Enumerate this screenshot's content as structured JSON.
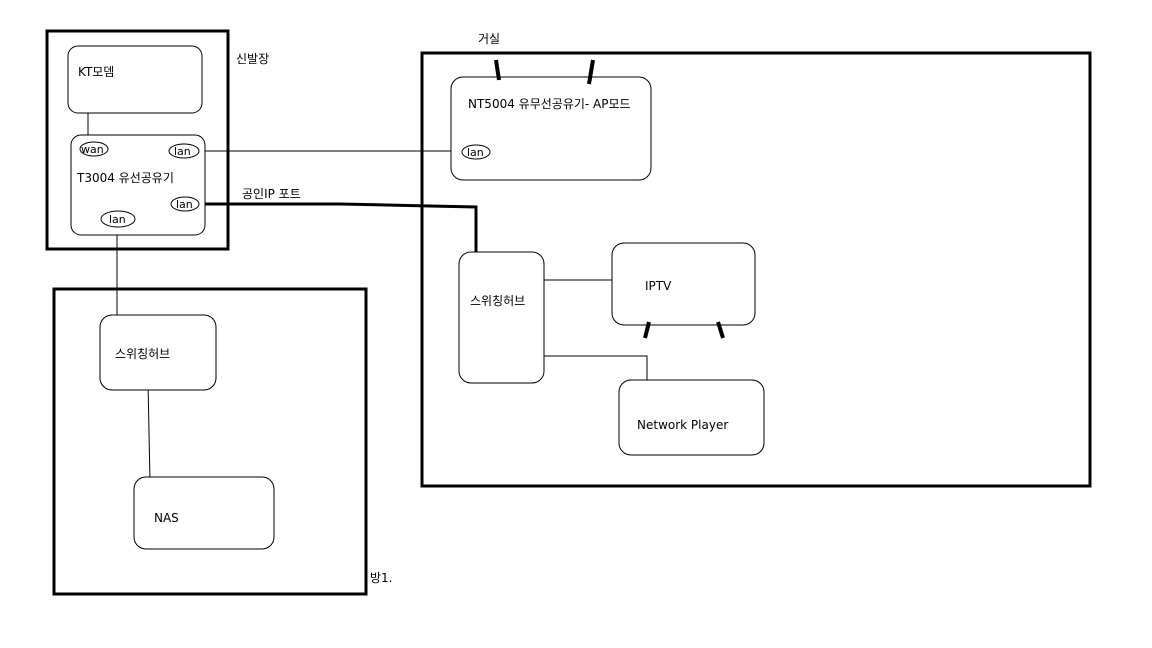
{
  "rooms": {
    "entrance": "신발장",
    "living": "거실",
    "room1": "방1."
  },
  "devices": {
    "kt_modem": "KT모뎀",
    "t3004": "T3004 유선공유기",
    "nt5004": "NT5004 유무선공유기- AP모드",
    "hub_living": "스위칭허브",
    "hub_room1": "스위칭허브",
    "iptv": "IPTV",
    "network_player": "Network Player",
    "nas": "NAS"
  },
  "ports": {
    "wan": "wan",
    "lan_a": "lan",
    "lan_b": "lan",
    "lan_c": "lan",
    "lan_d": "lan"
  },
  "connections": {
    "public_ip_port": "공인IP 포트"
  }
}
